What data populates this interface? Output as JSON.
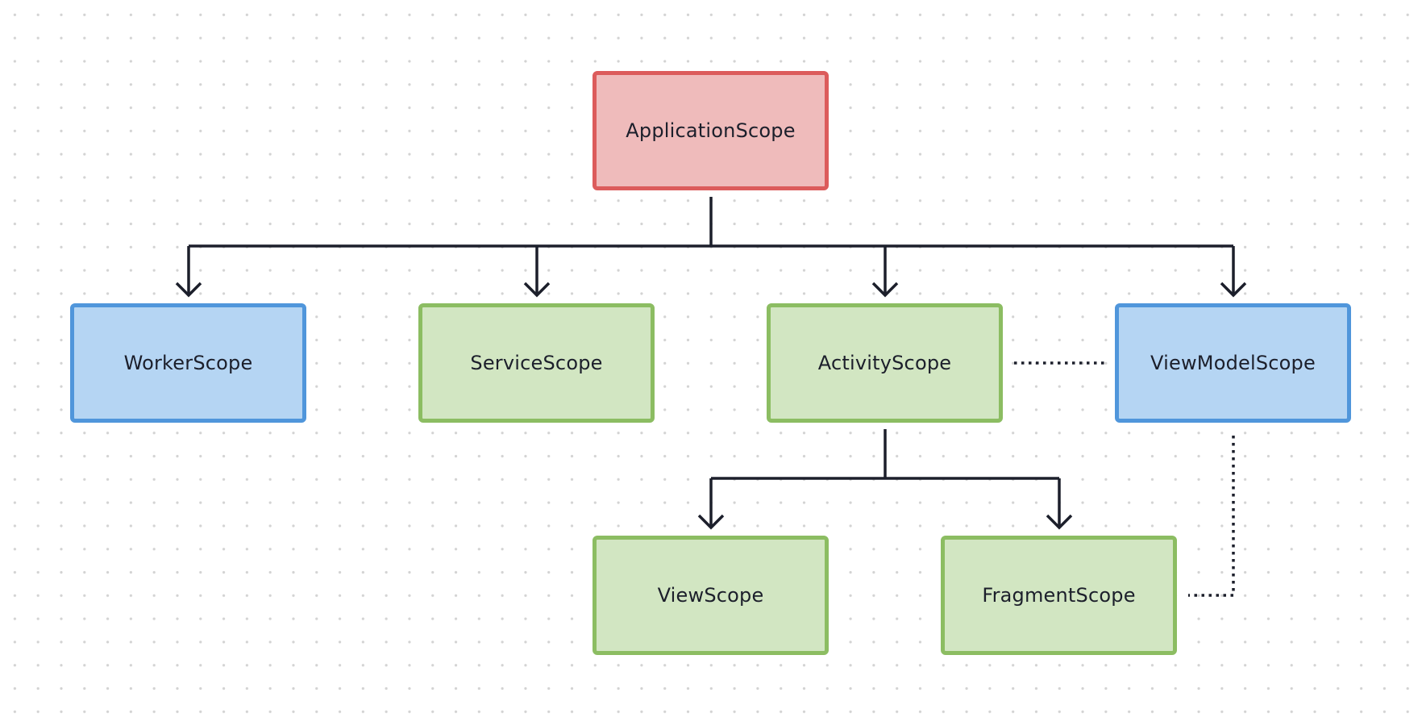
{
  "diagram": {
    "nodes": {
      "application_scope": {
        "label": "ApplicationScope",
        "fill": "#efbbbb",
        "stroke": "#dc5b5b"
      },
      "worker_scope": {
        "label": "WorkerScope",
        "fill": "#b5d5f3",
        "stroke": "#5096db"
      },
      "service_scope": {
        "label": "ServiceScope",
        "fill": "#d2e6c2",
        "stroke": "#8cbd62"
      },
      "activity_scope": {
        "label": "ActivityScope",
        "fill": "#d2e6c2",
        "stroke": "#8cbd62"
      },
      "viewmodel_scope": {
        "label": "ViewModelScope",
        "fill": "#b5d5f3",
        "stroke": "#5096db"
      },
      "view_scope": {
        "label": "ViewScope",
        "fill": "#d2e6c2",
        "stroke": "#8cbd62"
      },
      "fragment_scope": {
        "label": "FragmentScope",
        "fill": "#d2e6c2",
        "stroke": "#8cbd62"
      }
    },
    "edges": [
      {
        "from": "ApplicationScope",
        "to": "WorkerScope",
        "style": "solid-arrow"
      },
      {
        "from": "ApplicationScope",
        "to": "ServiceScope",
        "style": "solid-arrow"
      },
      {
        "from": "ApplicationScope",
        "to": "ActivityScope",
        "style": "solid-arrow"
      },
      {
        "from": "ApplicationScope",
        "to": "ViewModelScope",
        "style": "solid-arrow"
      },
      {
        "from": "ActivityScope",
        "to": "ViewScope",
        "style": "solid-arrow"
      },
      {
        "from": "ActivityScope",
        "to": "FragmentScope",
        "style": "solid-arrow"
      },
      {
        "from": "ActivityScope",
        "to": "ViewModelScope",
        "style": "dotted"
      },
      {
        "from": "ViewModelScope",
        "to": "FragmentScope",
        "style": "dotted"
      }
    ],
    "colors": {
      "line": "#1c1f2b",
      "grid_dot": "#d3d3d3",
      "background": "#ffffff"
    }
  }
}
